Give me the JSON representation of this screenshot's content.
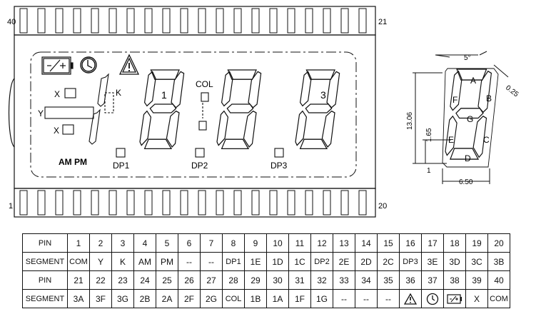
{
  "drawing": {
    "pin_label_top_left": "40",
    "pin_label_top_right": "21",
    "pin_label_bottom_left": "1",
    "pin_label_bottom_right": "20",
    "lcd_labels": {
      "col": "COL",
      "k": "K",
      "x_top": "X",
      "x_bottom": "X",
      "y": "Y",
      "am_pm": "AM PM",
      "dp1": "DP1",
      "dp2": "DP2",
      "dp3": "DP3",
      "digit1": "1",
      "digit3": "3"
    },
    "icons": [
      "battery-icon",
      "clock-icon",
      "warning-icon"
    ]
  },
  "segment_detail": {
    "segments": [
      "A",
      "B",
      "C",
      "D",
      "E",
      "F",
      "G"
    ],
    "dim_5deg": "5°",
    "dim_025": "0.25",
    "dim_1306": "13.06",
    "dim_165": "1.65",
    "dim_1": "1",
    "dim_650": "6.50"
  },
  "table": {
    "row_label_pin": "PIN",
    "row_label_segment": "SEGMENT",
    "pins_row1": [
      "1",
      "2",
      "3",
      "4",
      "5",
      "6",
      "7",
      "8",
      "9",
      "10",
      "11",
      "12",
      "13",
      "14",
      "15",
      "16",
      "17",
      "18",
      "19",
      "20"
    ],
    "segments_row1": [
      "COM",
      "Y",
      "K",
      "AM",
      "PM",
      "--",
      "--",
      "DP1",
      "1E",
      "1D",
      "1C",
      "DP2",
      "2E",
      "2D",
      "2C",
      "DP3",
      "3E",
      "3D",
      "3C",
      "3B"
    ],
    "pins_row2": [
      "21",
      "22",
      "23",
      "24",
      "25",
      "26",
      "27",
      "28",
      "29",
      "30",
      "31",
      "32",
      "33",
      "34",
      "35",
      "36",
      "37",
      "38",
      "39",
      "40"
    ],
    "segments_row2": [
      "3A",
      "3F",
      "3G",
      "2B",
      "2A",
      "2F",
      "2G",
      "COL",
      "1B",
      "1A",
      "1F",
      "1G",
      "--",
      "--",
      "--",
      "warning-icon",
      "clock-icon",
      "battery-icon",
      "X",
      "COM"
    ]
  }
}
